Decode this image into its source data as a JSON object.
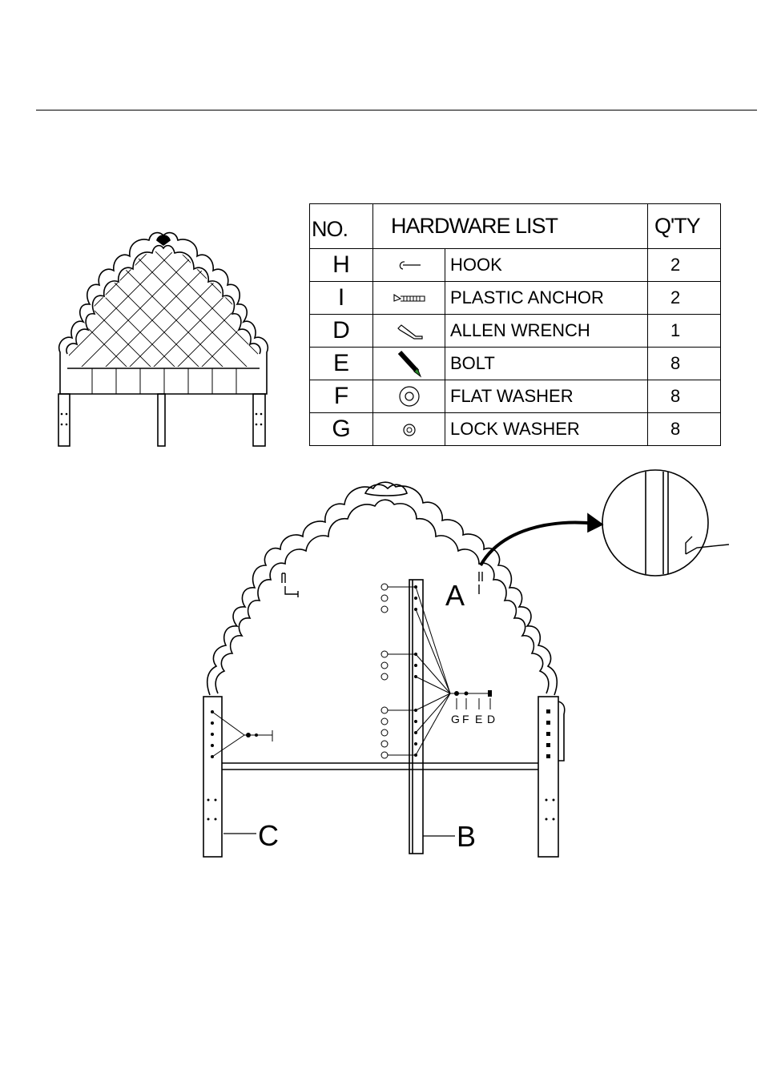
{
  "hardware_table": {
    "headers": {
      "no": "NO.",
      "list": "HARDWARE LIST",
      "qty": "Q'TY"
    },
    "rows": [
      {
        "no": "H",
        "name": "HOOK",
        "qty": "2",
        "icon": "hook-icon"
      },
      {
        "no": "I",
        "name": "PLASTIC ANCHOR",
        "qty": "2",
        "icon": "plastic-anchor-icon"
      },
      {
        "no": "D",
        "name": "ALLEN WRENCH",
        "qty": "1",
        "icon": "allen-wrench-icon"
      },
      {
        "no": "E",
        "name": "BOLT",
        "qty": "8",
        "icon": "bolt-icon"
      },
      {
        "no": "F",
        "name": "FLAT WASHER",
        "qty": "8",
        "icon": "flat-washer-icon"
      },
      {
        "no": "G",
        "name": "LOCK WASHER",
        "qty": "8",
        "icon": "lock-washer-icon"
      }
    ]
  },
  "diagram": {
    "labels": {
      "a": "A",
      "b": "B",
      "c": "C"
    },
    "stack_labels": [
      "G",
      "F",
      "E",
      "D"
    ]
  }
}
